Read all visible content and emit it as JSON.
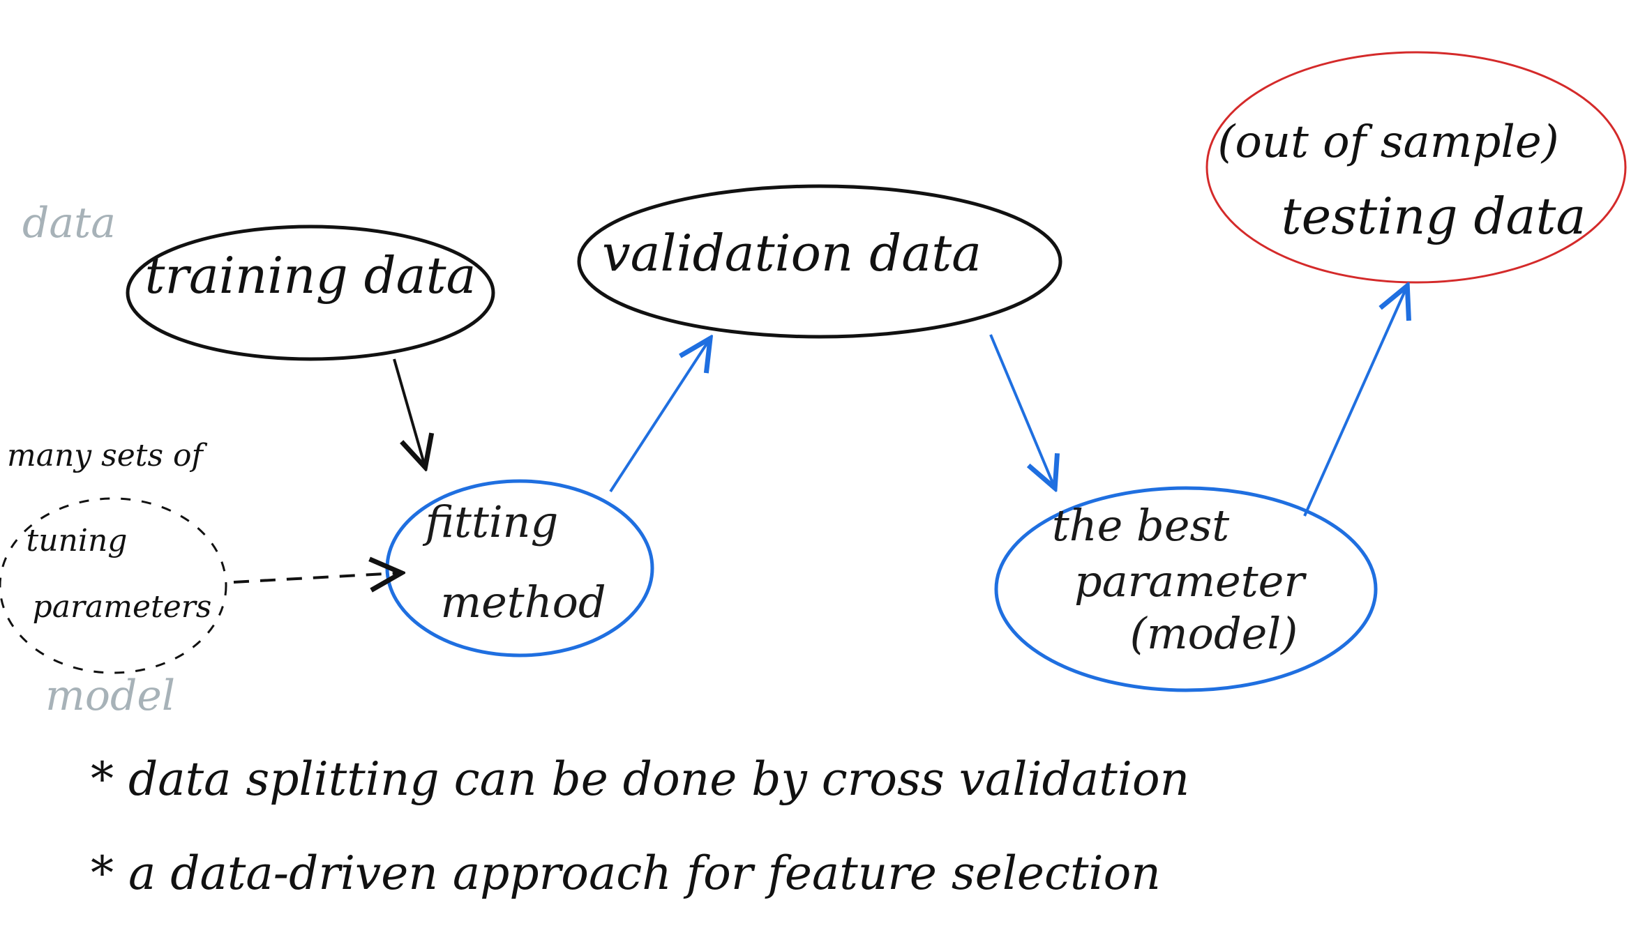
{
  "nodes": {
    "training": "training data",
    "validation": "validation data",
    "testing_line1": "(out of sample)",
    "testing_line2": "testing data",
    "fitting_line1": "fitting",
    "fitting_line2": "method",
    "best_line1": "the best",
    "best_line2": "parameter",
    "best_line3": "(model)",
    "tuning_line1": "tuning",
    "tuning_line2": "parameters"
  },
  "annotations": {
    "many_sets": "many sets of",
    "data_margin": "data",
    "model_margin": "model"
  },
  "notes": [
    "* data splitting can be done by cross validation",
    "* a data-driven approach for feature selection"
  ],
  "colors": {
    "ink": "#111111",
    "blue": "#1f6fe0",
    "red": "#d42a2a",
    "grey": "#a7b2b8"
  }
}
